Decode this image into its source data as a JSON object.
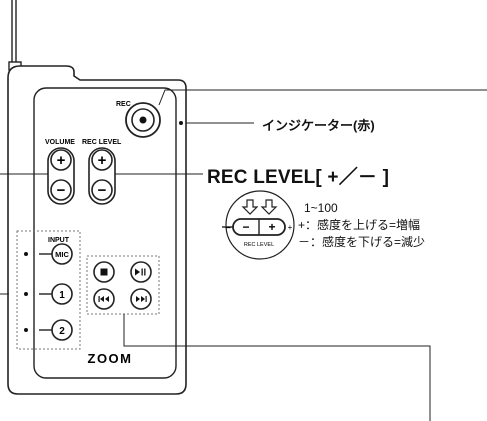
{
  "remote": {
    "rec_label": "REC",
    "volume_label": "VOLUME",
    "rec_level_label": "REC LEVEL",
    "input_label": "INPUT",
    "plus_symbol": "+",
    "minus_symbol": "−",
    "mic_label": "MIC",
    "input1_label": "1",
    "input2_label": "2",
    "brand": "ZOOM"
  },
  "inset": {
    "caption": "REC LEVEL"
  },
  "callouts": {
    "indicator": "インジケーター(赤)",
    "rec_level": "REC LEVEL[ +／－ ]",
    "range": "1~100",
    "plus_desc": "+：感度を上げる=増幅",
    "minus_desc": "－：感度を下げる=減少"
  }
}
